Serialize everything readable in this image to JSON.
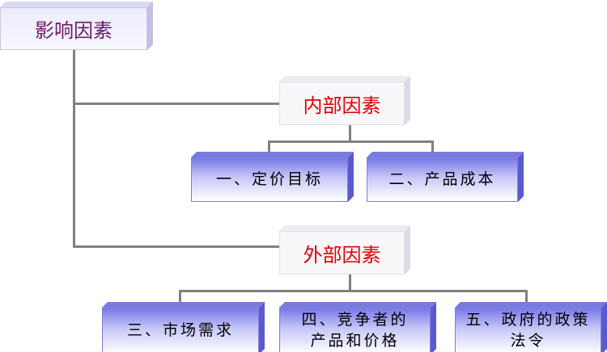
{
  "root": {
    "label": "影响因素"
  },
  "internal": {
    "label": "内部因素",
    "children": [
      "一、定价目标",
      "二、产品成本"
    ]
  },
  "external": {
    "label": "外部因素",
    "children": [
      "三、市场需求",
      "四、竞争者的产品和价格",
      "五、政府的政策法令"
    ]
  },
  "colors": {
    "root_text": "#6a1a6a",
    "group_text": "#e00000",
    "connector": "#808080",
    "leaf_fill": "#7878e8"
  }
}
